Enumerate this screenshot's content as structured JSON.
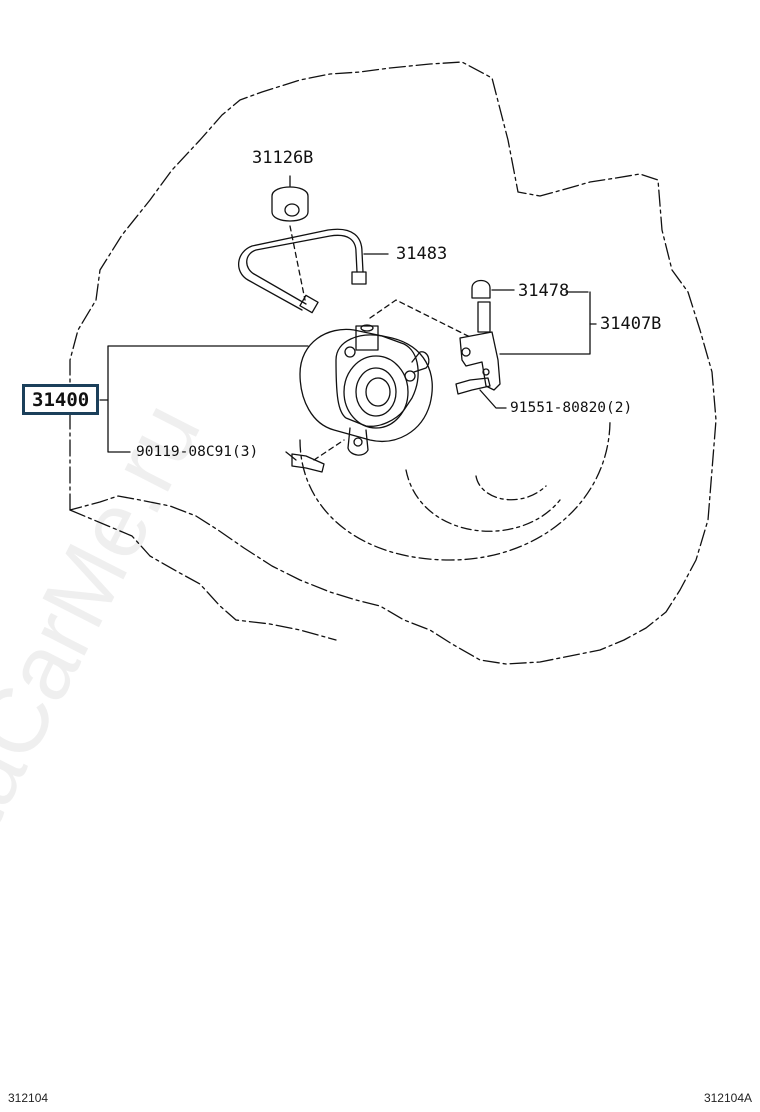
{
  "diagram": {
    "callouts": [
      {
        "id": "p31126B",
        "text": "31126B"
      },
      {
        "id": "p31483",
        "text": "31483"
      },
      {
        "id": "p31478",
        "text": "31478"
      },
      {
        "id": "p31407B",
        "text": "31407B"
      },
      {
        "id": "p31400",
        "text": "31400"
      },
      {
        "id": "p91551",
        "text": "91551-80820(2)"
      },
      {
        "id": "p90119",
        "text": "90119-08C91(3)"
      }
    ],
    "watermark": "ToyotaCarMe.ru",
    "footer": {
      "left_code": "312104",
      "right_code": "312104A"
    },
    "colors": {
      "line": "#111111",
      "highlight_box": "#1b3f5a"
    }
  }
}
